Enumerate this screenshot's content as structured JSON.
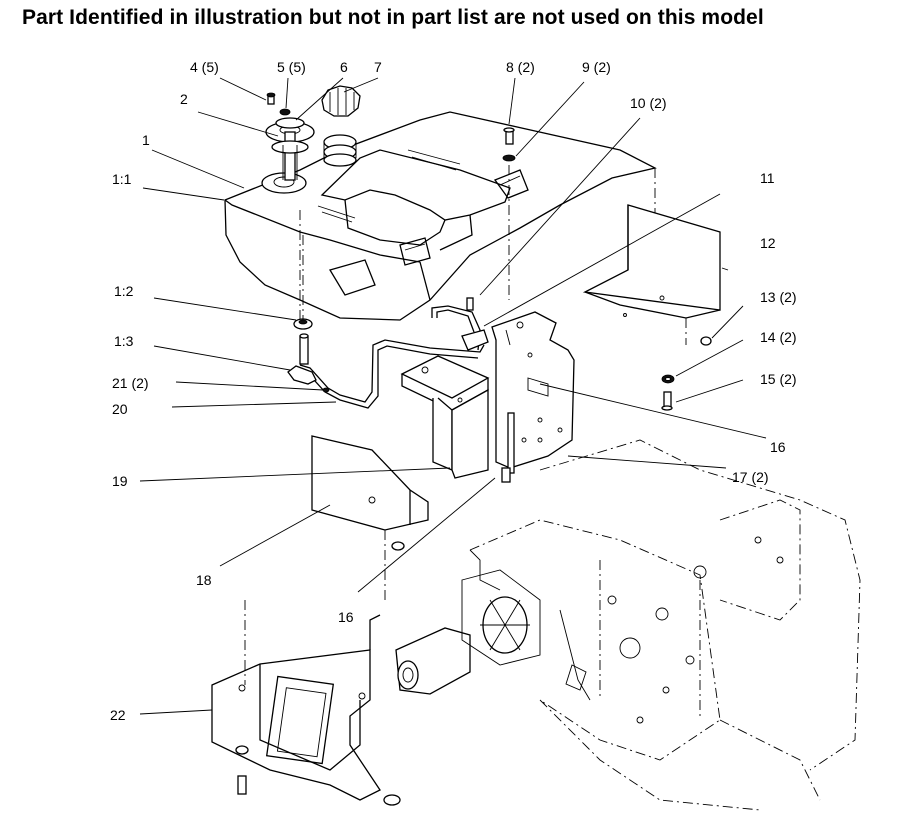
{
  "header": {
    "note": "Part Identified in illustration but not in part list are not used on this model"
  },
  "callouts": [
    {
      "id": "c-4",
      "text": "4 (5)"
    },
    {
      "id": "c-5",
      "text": "5 (5)"
    },
    {
      "id": "c-6",
      "text": "6"
    },
    {
      "id": "c-7",
      "text": "7"
    },
    {
      "id": "c-2",
      "text": "2"
    },
    {
      "id": "c-1",
      "text": "1"
    },
    {
      "id": "c-1-1",
      "text": "1:1"
    },
    {
      "id": "c-8",
      "text": "8 (2)"
    },
    {
      "id": "c-9",
      "text": "9 (2)"
    },
    {
      "id": "c-10",
      "text": "10 (2)"
    },
    {
      "id": "c-11",
      "text": "11"
    },
    {
      "id": "c-12",
      "text": "12"
    },
    {
      "id": "c-13",
      "text": "13 (2)"
    },
    {
      "id": "c-14",
      "text": "14 (2)"
    },
    {
      "id": "c-15",
      "text": "15 (2)"
    },
    {
      "id": "c-16a",
      "text": "16"
    },
    {
      "id": "c-17",
      "text": "17 (2)"
    },
    {
      "id": "c-1-2",
      "text": "1:2"
    },
    {
      "id": "c-1-3",
      "text": "1:3"
    },
    {
      "id": "c-21",
      "text": "21 (2)"
    },
    {
      "id": "c-20",
      "text": "20"
    },
    {
      "id": "c-19",
      "text": "19"
    },
    {
      "id": "c-18",
      "text": "18"
    },
    {
      "id": "c-16b",
      "text": "16"
    },
    {
      "id": "c-22",
      "text": "22"
    }
  ]
}
